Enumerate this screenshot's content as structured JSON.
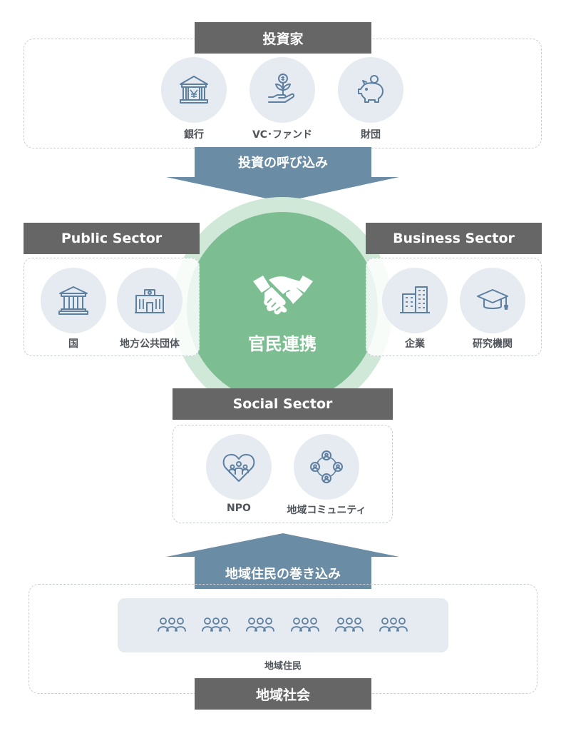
{
  "investors": {
    "header": "投資家",
    "items": [
      {
        "label": "銀行",
        "icon": "bank-yen-icon"
      },
      {
        "label": "VC･ファンド",
        "icon": "money-plant-hand-icon"
      },
      {
        "label": "財団",
        "icon": "piggy-bank-icon"
      }
    ],
    "arrow_label": "投資の呼び込み"
  },
  "center": {
    "label": "官民連携",
    "icon": "handshake-icon"
  },
  "public_sector": {
    "header": "Public Sector",
    "items": [
      {
        "label": "国",
        "icon": "government-building-icon"
      },
      {
        "label": "地方公共団体",
        "icon": "city-hall-icon"
      }
    ]
  },
  "business_sector": {
    "header": "Business Sector",
    "items": [
      {
        "label": "企業",
        "icon": "office-buildings-icon"
      },
      {
        "label": "研究機関",
        "icon": "graduation-cap-icon"
      }
    ]
  },
  "social_sector": {
    "header": "Social Sector",
    "items": [
      {
        "label": "NPO",
        "icon": "heart-people-icon"
      },
      {
        "label": "地域コミュニティ",
        "icon": "community-circle-icon"
      }
    ]
  },
  "local": {
    "arrow_label": "地域住民の巻き込み",
    "residents_label": "地域住民",
    "header": "地域社会",
    "group_icon": "people-group-icon"
  },
  "colors": {
    "header_bg": "#666666",
    "arrow": "#6a8da5",
    "circle_outer": "#cfe8d8",
    "circle_inner": "#7cbd92",
    "icon_circle": "#e6ebf1",
    "icon_stroke": "#5d7fa0"
  }
}
